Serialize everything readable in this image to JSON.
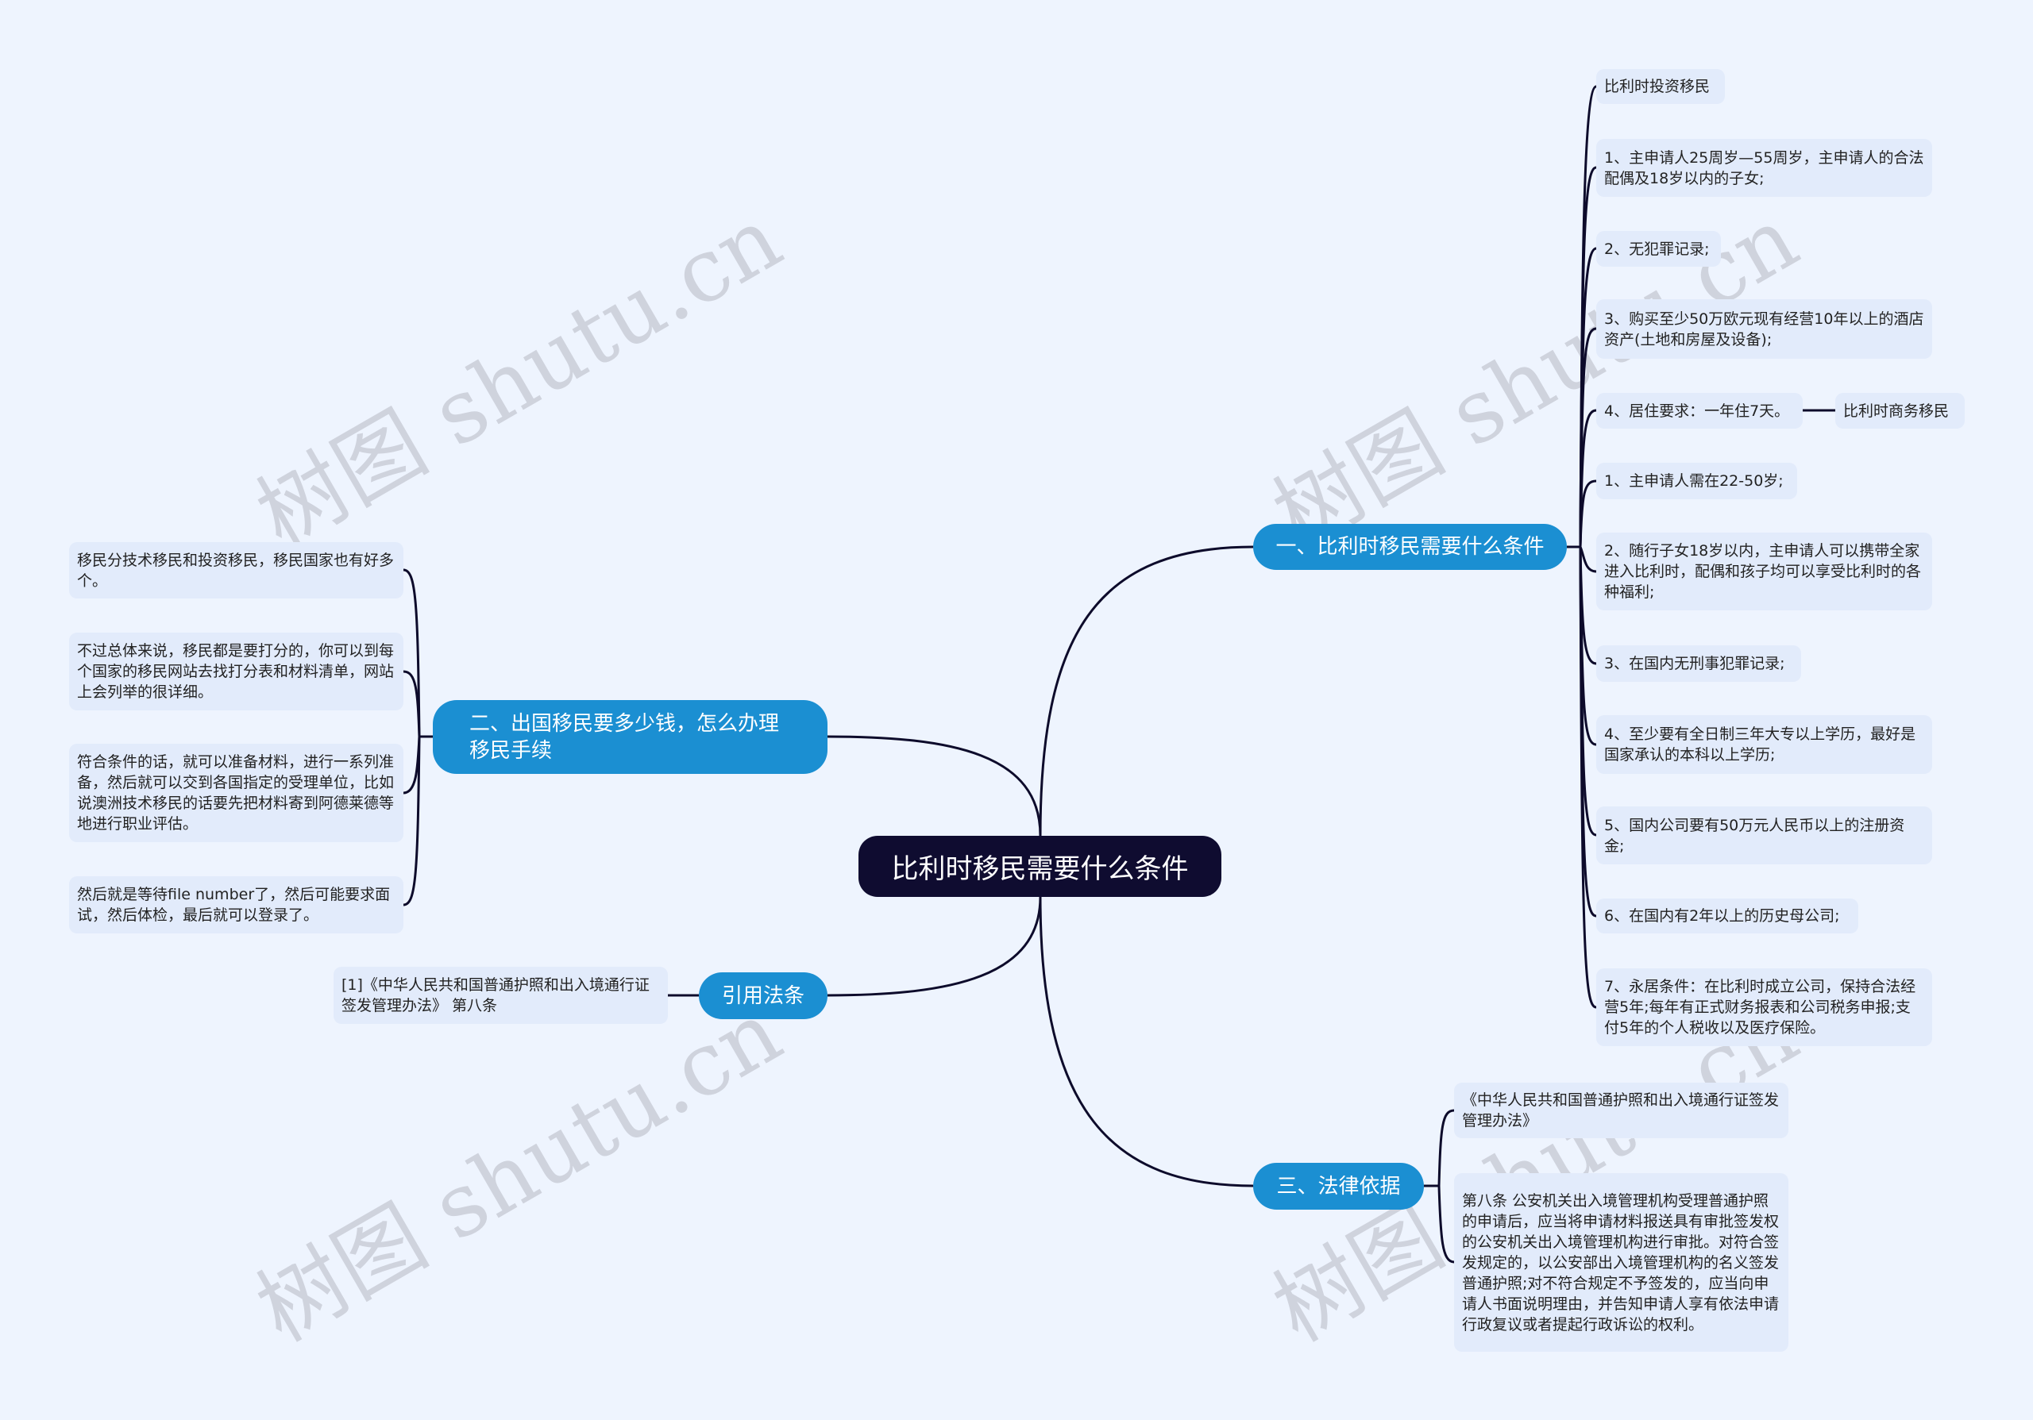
{
  "center": "比利时移民需要什么条件",
  "branches": {
    "b1": "一、比利时移民需要什么条件",
    "b2": "二、出国移民要多少钱，怎么办理移民手续",
    "cite": "引用法条",
    "b3": "三、法律依据"
  },
  "b1_leaves": [
    "比利时投资移民",
    "1、主申请人25周岁—55周岁，主申请人的合法配偶及18岁以内的子女;",
    "2、无犯罪记录;",
    "3、购买至少50万欧元现有经营10年以上的酒店资产(土地和房屋及设备);",
    "4、居住要求：一年住7天。",
    "1、主申请人需在22-50岁;",
    "2、随行子女18岁以内，主申请人可以携带全家进入比利时，配偶和孩子均可以享受比利时的各种福利;",
    "3、在国内无刑事犯罪记录;",
    "4、至少要有全日制三年大专以上学历，最好是国家承认的本科以上学历;",
    "5、国内公司要有50万元人民币以上的注册资金;",
    "6、在国内有2年以上的历史母公司;",
    "7、永居条件：在比利时成立公司，保持合法经营5年;每年有正式财务报表和公司税务申报;支付5年的个人税收以及医疗保险。"
  ],
  "business": "比利时商务移民",
  "b2_leaves": [
    "移民分技术移民和投资移民，移民国家也有好多个。",
    "不过总体来说，移民都是要打分的，你可以到每个国家的移民网站去找打分表和材料清单，网站上会列举的很详细。",
    "符合条件的话，就可以准备材料，进行一系列准备，然后就可以交到各国指定的受理单位，比如说澳洲技术移民的话要先把材料寄到阿德莱德等地进行职业评估。",
    "然后就是等待file number了，然后可能要求面试，然后体检，最后就可以登录了。"
  ],
  "cite_leaf": "[1]《中华人民共和国普通护照和出入境通行证签发管理办法》 第八条",
  "b3_leaves": [
    "《中华人民共和国普通护照和出入境通行证签发管理办法》",
    "第八条 公安机关出入境管理机构受理普通护照的申请后，应当将申请材料报送具有审批签发权的公安机关出入境管理机构进行审批。对符合签发规定的，以公安部出入境管理机构的名义签发普通护照;对不符合规定不予签发的，应当向申请人书面说明理由，并告知申请人享有依法申请行政复议或者提起行政诉讼的权利。"
  ],
  "watermark": "树图 shutu.cn"
}
